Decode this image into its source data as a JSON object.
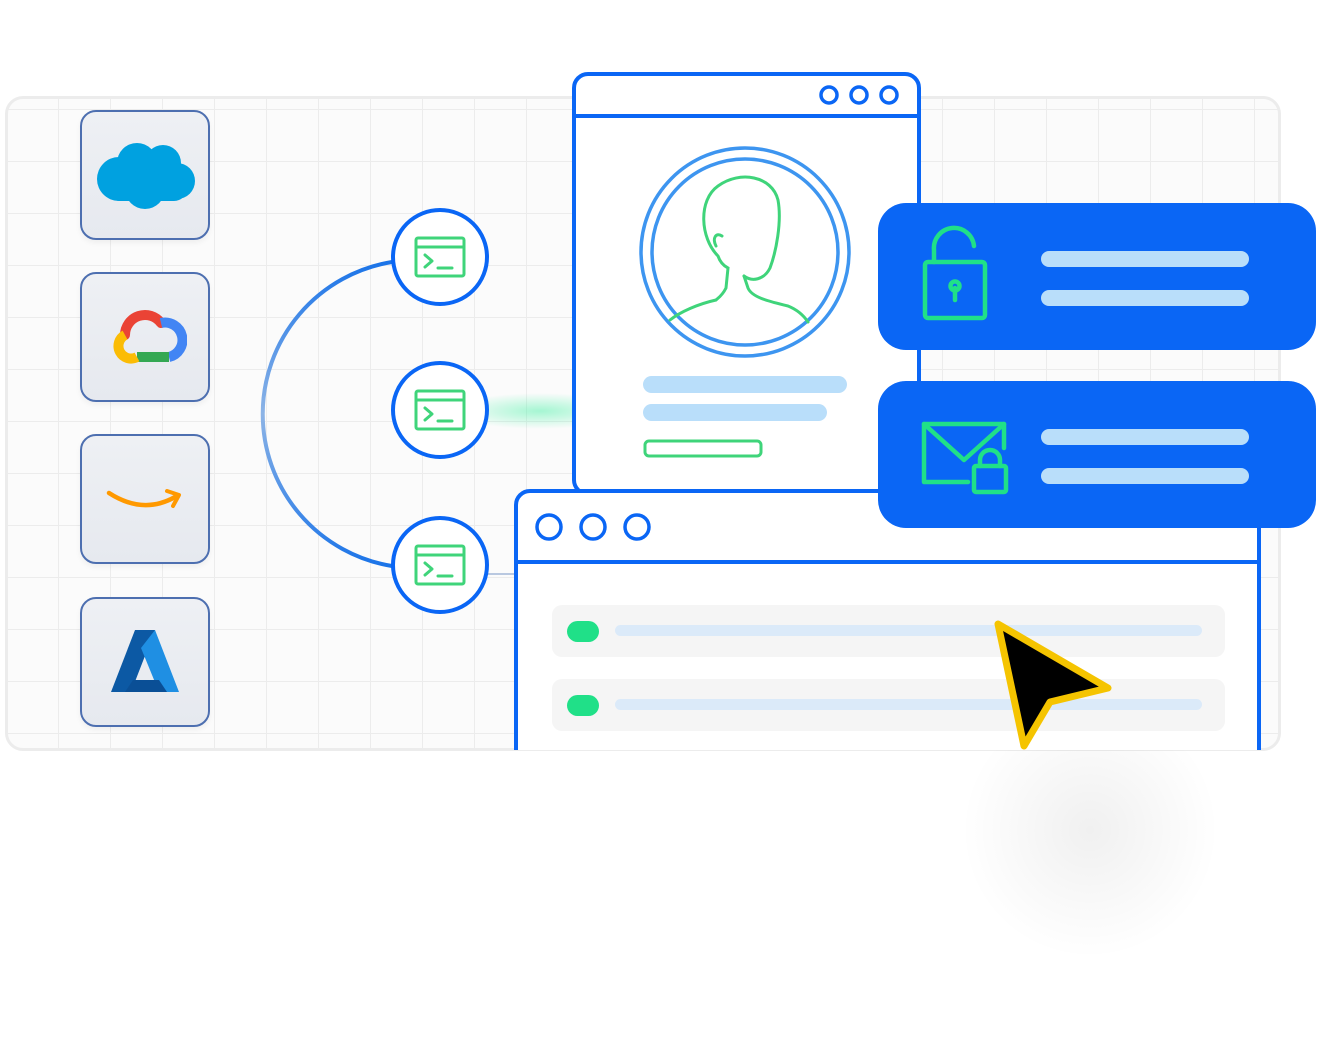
{
  "cloud_providers": [
    {
      "name": "salesforce",
      "icon": "salesforce-cloud-icon"
    },
    {
      "name": "google-cloud",
      "icon": "google-cloud-icon"
    },
    {
      "name": "amazon",
      "icon": "amazon-smile-icon"
    },
    {
      "name": "azure",
      "icon": "azure-logo-icon"
    }
  ],
  "terminal_nodes": [
    {
      "icon": "terminal-icon"
    },
    {
      "icon": "terminal-icon"
    },
    {
      "icon": "terminal-icon"
    }
  ],
  "profile_window": {
    "icon": "user-avatar-icon"
  },
  "security_cards": [
    {
      "icon": "unlock-padlock-icon"
    },
    {
      "icon": "locked-mail-icon"
    }
  ],
  "list_window": {
    "rows": 2
  },
  "pointer": {
    "icon": "cursor-arrow-icon"
  },
  "colors": {
    "primary_blue": "#0a66f5",
    "line_blue": "#1b74e8",
    "accent_green": "#20e088",
    "light_blue": "#b9defa",
    "tile_border": "#4d6fb0",
    "cursor_yellow": "#f5c400"
  }
}
